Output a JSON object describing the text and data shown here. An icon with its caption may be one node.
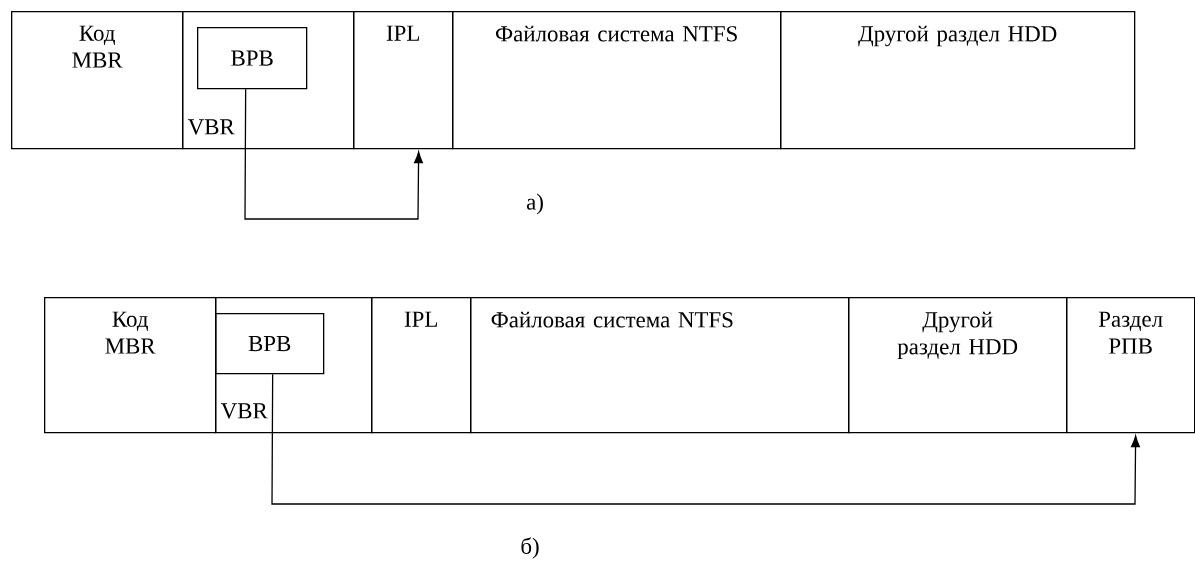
{
  "diagram": {
    "nodes": [
      {
        "text": [
          "Код MBR"
        ]
      },
      {
        "text": [
          "VBR"
        ]
      },
      {
        "text": [
          "BPB"
        ],
        "in": 1
      },
      {
        "text": [
          "IPL"
        ]
      },
      {
        "text": [
          "Файловая система NTFS"
        ]
      },
      {
        "text": [
          "Другой раздел HDD"
        ]
      },
      {
        "text": [
          "Код MBR"
        ]
      },
      {
        "text": [
          "VBR"
        ]
      },
      {
        "text": [
          "BPB"
        ],
        "in": 7
      },
      {
        "text": [
          "IPL"
        ]
      },
      {
        "text": [
          "Файловая система NTFS"
        ]
      },
      {
        "text": [
          "Другой раздел HDD"
        ]
      },
      {
        "text": [
          "Раздел РПВ"
        ]
      }
    ],
    "edges": [
      {
        "from": 2,
        "to": 3,
        "arrow": "to"
      },
      {
        "from": 8,
        "to": 12,
        "arrow": "to"
      }
    ],
    "labels": [
      "а)",
      "б)"
    ]
  }
}
